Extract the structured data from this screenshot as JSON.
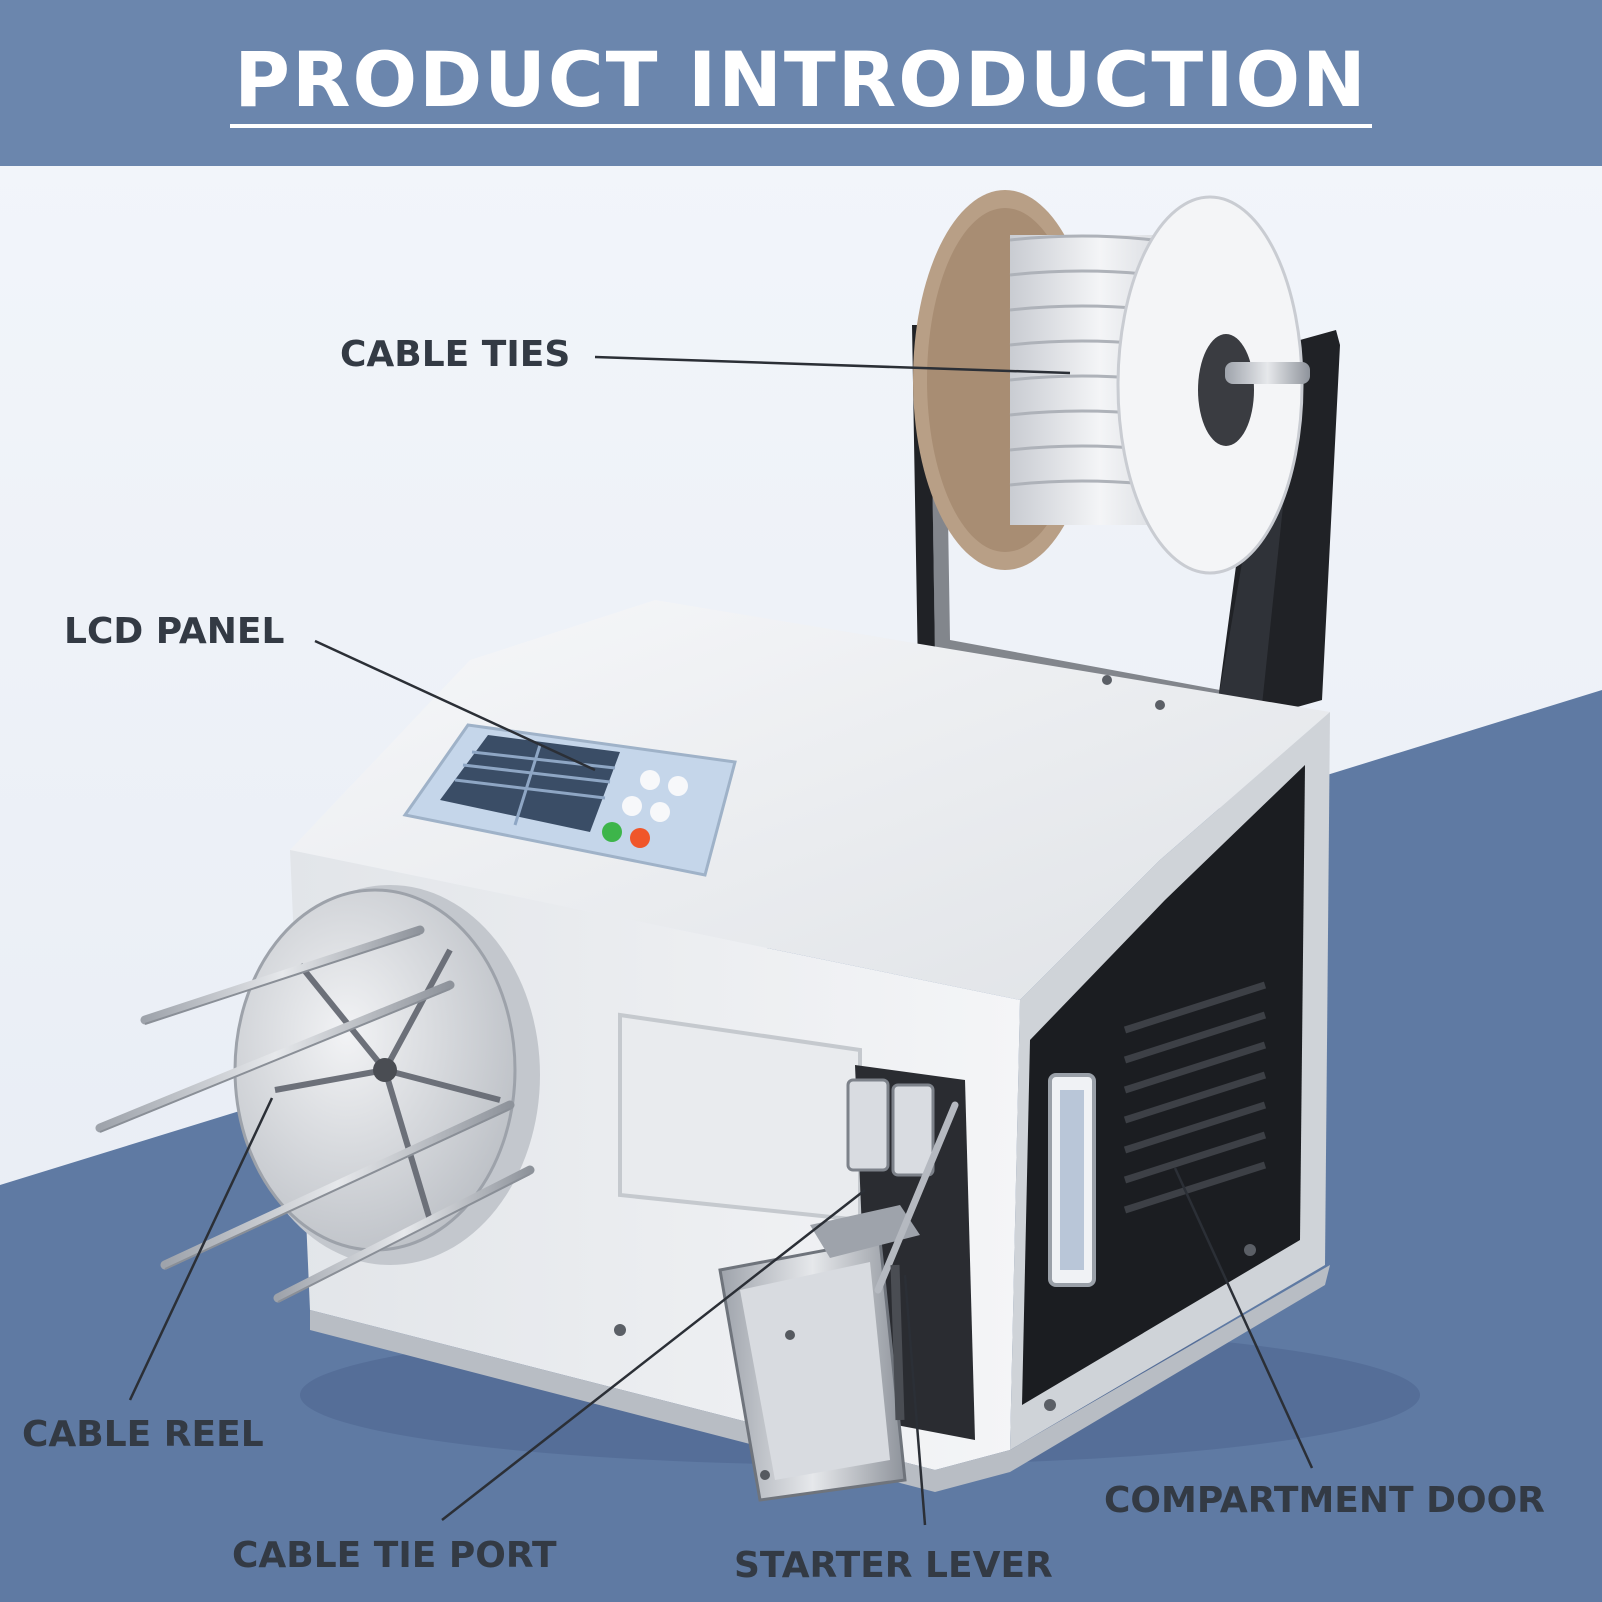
{
  "header": {
    "title": "PRODUCT INTRODUCTION"
  },
  "labels": {
    "cable_ties": "CABLE TIES",
    "lcd_panel": "LCD PANEL",
    "cable_reel": "CABLE REEL",
    "cable_tie_port": "CABLE TIE PORT",
    "starter_lever": "STARTER LEVER",
    "compartment_door": "COMPARTMENT DOOR"
  },
  "colors": {
    "header_bg": "#6b86ad",
    "floor_blue": "#5f7aa3",
    "label_text": "#333a44",
    "machine_body": "#e9ebee",
    "panel_black": "#1b1d21",
    "start_button": "#3db54a",
    "stop_button": "#f0562a"
  }
}
